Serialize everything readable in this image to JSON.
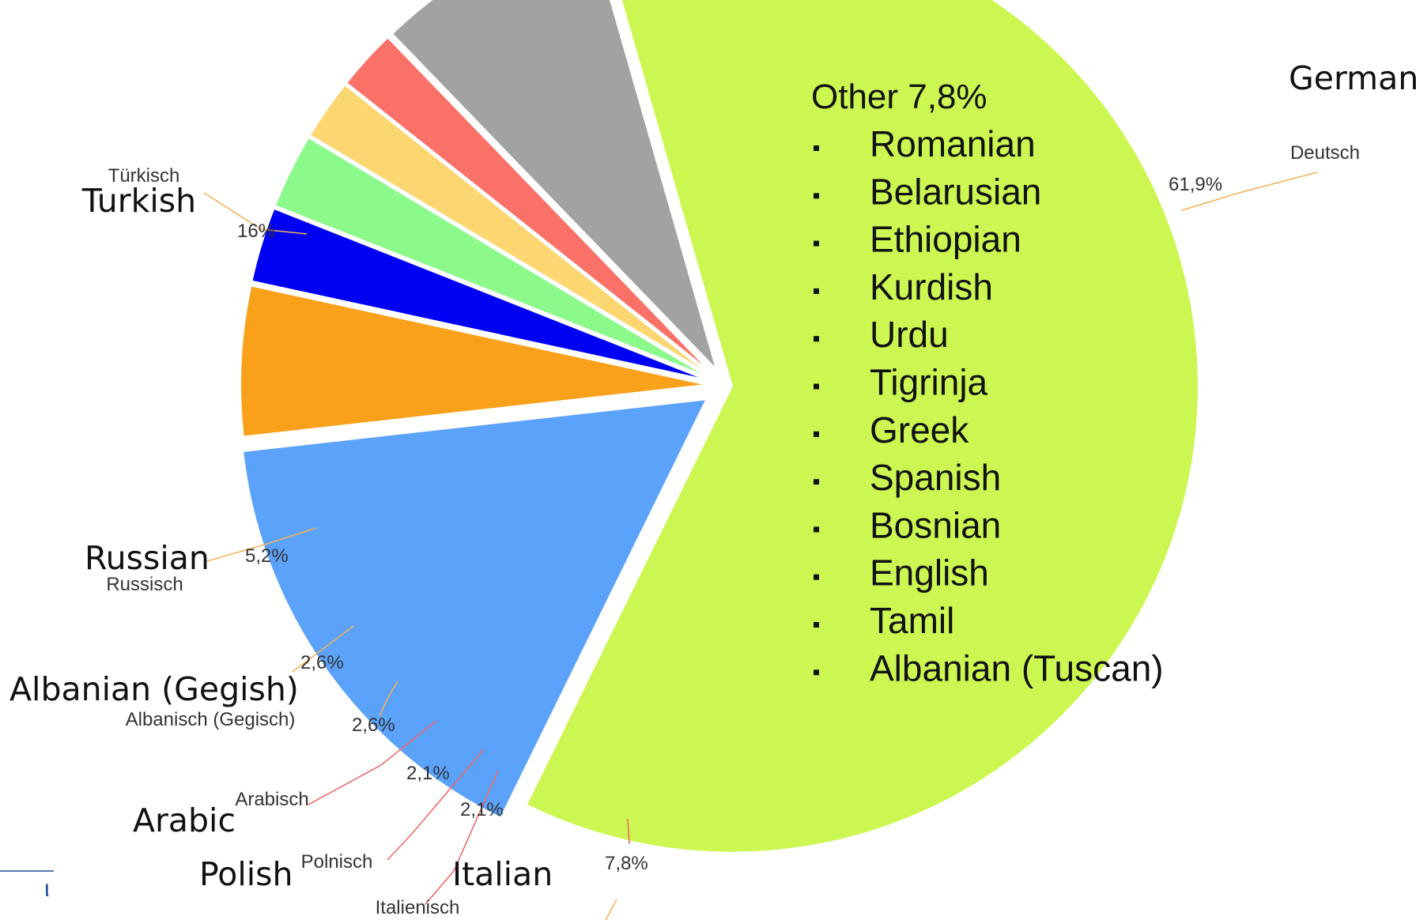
{
  "chart_data": {
    "type": "pie",
    "title": "",
    "slices": [
      {
        "label_de": "Deutsch",
        "label_en": "German",
        "value": 61.9,
        "pct_label": "61,9%",
        "color": "#ccf752"
      },
      {
        "label_de": "Türkisch",
        "label_en": "Turkish",
        "value": 16,
        "pct_label": "16%",
        "color": "#5aa2fa"
      },
      {
        "label_de": "Russisch",
        "label_en": "Russian",
        "value": 5.2,
        "pct_label": "5,2%",
        "color": "#f9a11b"
      },
      {
        "label_de": "",
        "label_en": "",
        "value": 2.6,
        "pct_label": "2,6%",
        "color": "#0000f2"
      },
      {
        "label_de": "Albanisch (Gegisch)",
        "label_en": "Albanian (Gegish)",
        "value": 2.6,
        "pct_label": "2,6%",
        "color": "#8bfa8b"
      },
      {
        "label_de": "Arabisch",
        "label_en": "Arabic",
        "value": 2.1,
        "pct_label": "2,1%",
        "color": "#fcd671"
      },
      {
        "label_de": "Polnisch",
        "label_en": "Polish",
        "value": 2.1,
        "pct_label": "2,1%",
        "color": "#fa7168"
      },
      {
        "label_de": "Italienisch",
        "label_en": "Italian",
        "value": 7.8,
        "pct_label": "7,8%",
        "color": "#a2a2a2"
      }
    ],
    "other_box": {
      "title": "Other 7,8%",
      "items": [
        "Romanian",
        "Belarusian",
        "Ethiopian",
        "Kurdish",
        "Urdu",
        "Tigrinja",
        "Greek",
        "Spanish",
        "Bosnian",
        "English",
        "Tamil",
        "Albanian (Tuscan)"
      ]
    },
    "colors": {
      "leader_line": "#f2b25a",
      "leader_line_alt": "#ee6a6a"
    }
  },
  "footer_fragment": "ι"
}
